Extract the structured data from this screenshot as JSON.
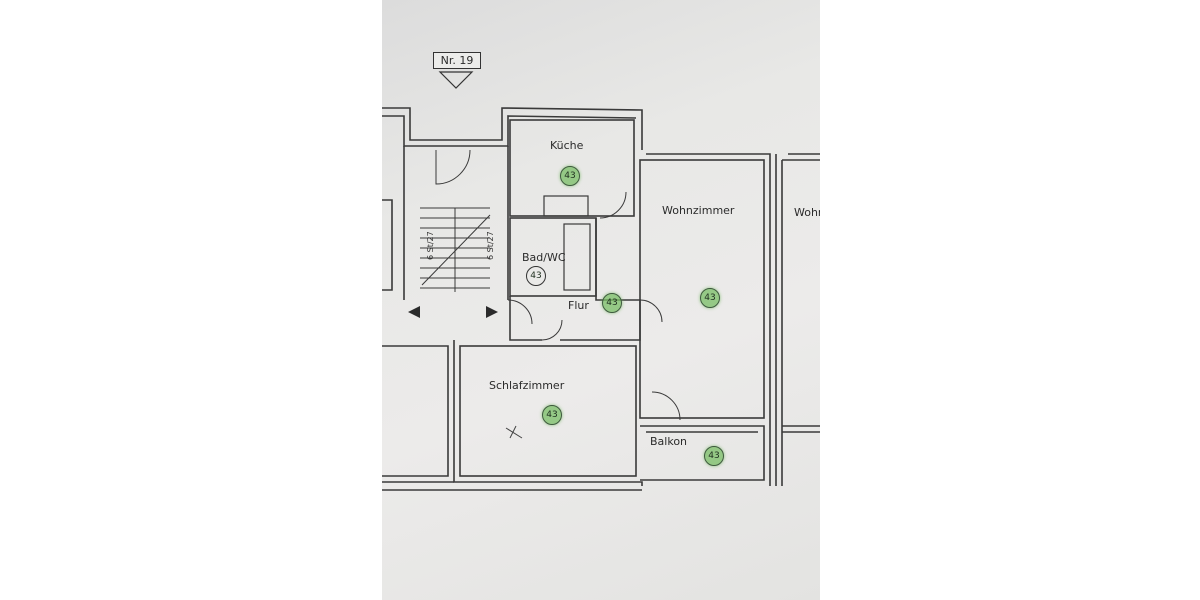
{
  "building_number": "Nr. 19",
  "rooms": {
    "kitchen": "Küche",
    "living_room": "Wohnzimmer",
    "living_room_neighbor": "Wohnz",
    "bathroom": "Bad/WC",
    "hallway": "Flur",
    "bedroom": "Schlafzimmer",
    "balcony": "Balkon"
  },
  "room_markers": {
    "kitchen": "43",
    "bathroom": "43",
    "hallway": "43",
    "living_room": "43",
    "bedroom": "43",
    "balcony": "43"
  },
  "stair_labels": [
    "6 St/27",
    "6 St/27"
  ],
  "annotation_mark": "x",
  "colors": {
    "marker_fill": "#7fbf66",
    "wall_line": "#3a3a3a",
    "paper": "#e8e8e6"
  }
}
